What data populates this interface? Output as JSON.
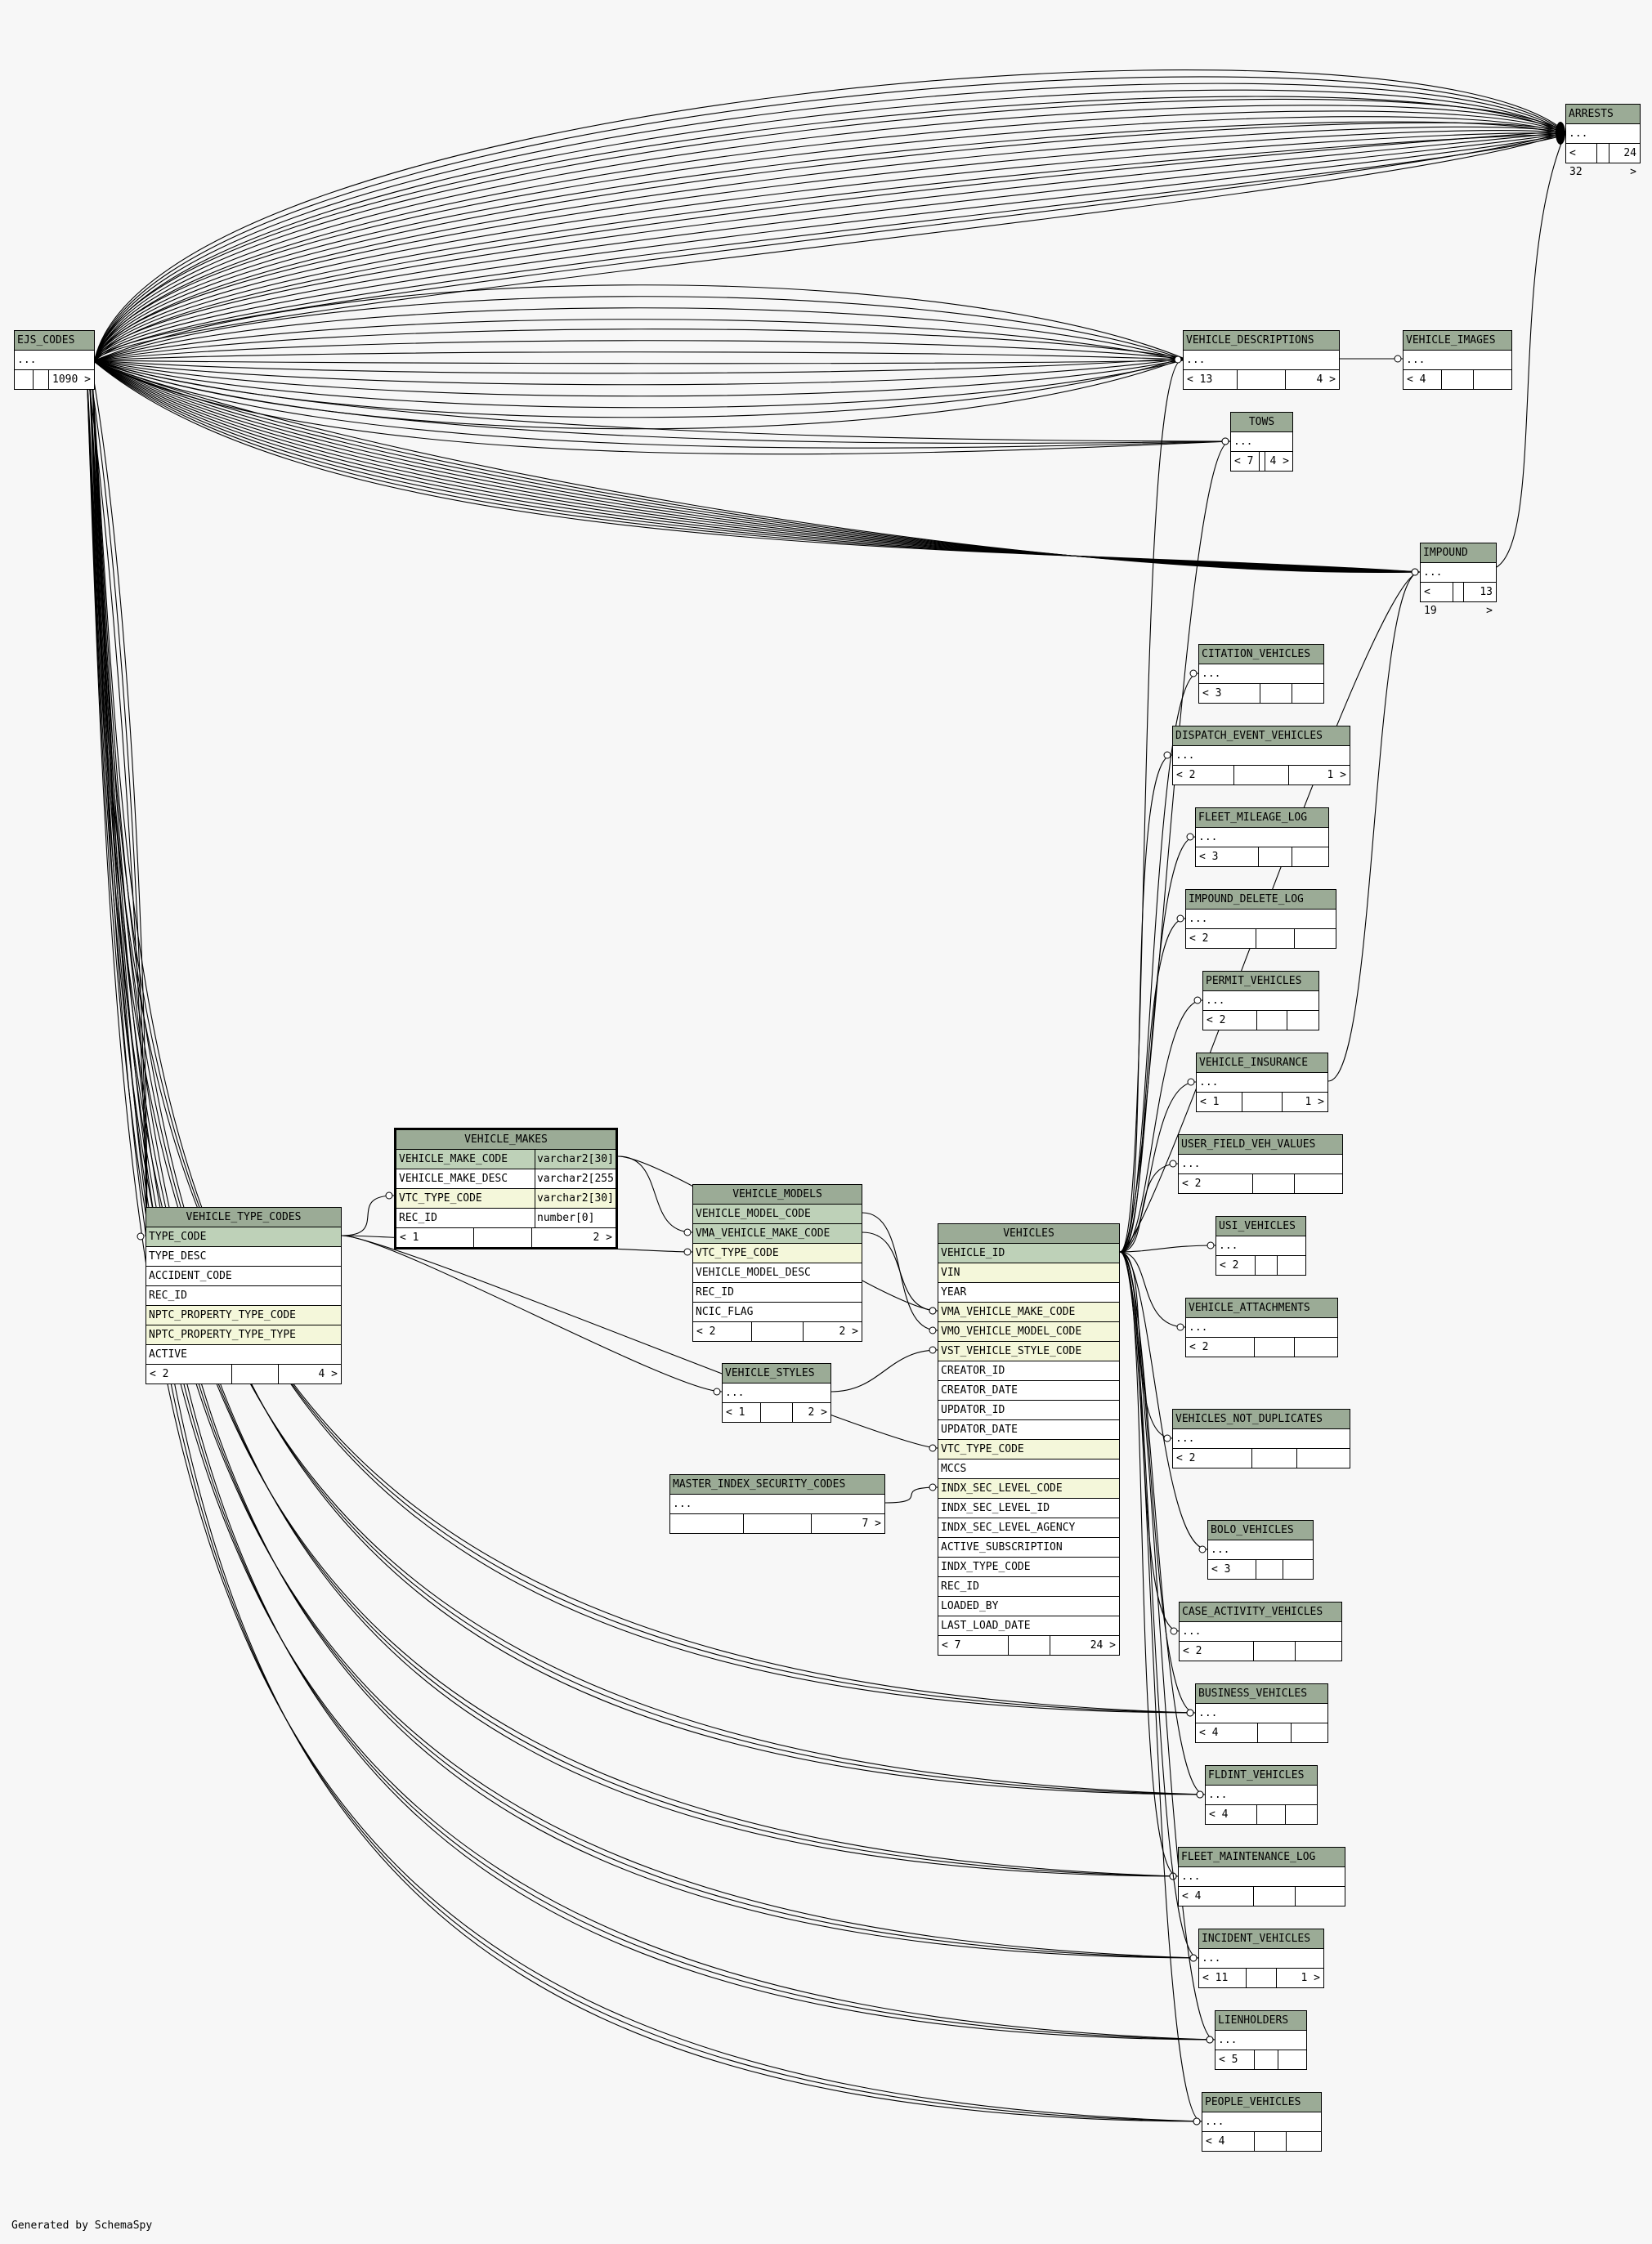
{
  "footer": "Generated by SchemaSpy",
  "tables": {
    "ejs_codes": {
      "name": "EJS_CODES",
      "rows": [
        "..."
      ],
      "left": "",
      "right": "1090 >"
    },
    "arrests": {
      "name": "ARRESTS",
      "rows": [
        "..."
      ],
      "left": "< 32",
      "right": "24 >"
    },
    "vehicle_descriptions": {
      "name": "VEHICLE_DESCRIPTIONS",
      "rows": [
        "..."
      ],
      "left": "< 13",
      "right": "4 >"
    },
    "vehicle_images": {
      "name": "VEHICLE_IMAGES",
      "rows": [
        "..."
      ],
      "left": "< 4",
      "right": ""
    },
    "tows": {
      "name": "TOWS",
      "rows": [
        "..."
      ],
      "left": "< 7",
      "right": "4 >"
    },
    "impound": {
      "name": "IMPOUND",
      "rows": [
        "..."
      ],
      "left": "< 19",
      "right": "13 >"
    },
    "citation_vehicles": {
      "name": "CITATION_VEHICLES",
      "rows": [
        "..."
      ],
      "left": "< 3",
      "right": ""
    },
    "dispatch_event_vehicles": {
      "name": "DISPATCH_EVENT_VEHICLES",
      "rows": [
        "..."
      ],
      "left": "< 2",
      "right": "1 >"
    },
    "fleet_mileage_log": {
      "name": "FLEET_MILEAGE_LOG",
      "rows": [
        "..."
      ],
      "left": "< 3",
      "right": ""
    },
    "impound_delete_log": {
      "name": "IMPOUND_DELETE_LOG",
      "rows": [
        "..."
      ],
      "left": "< 2",
      "right": ""
    },
    "permit_vehicles": {
      "name": "PERMIT_VEHICLES",
      "rows": [
        "..."
      ],
      "left": "< 2",
      "right": ""
    },
    "vehicle_insurance": {
      "name": "VEHICLE_INSURANCE",
      "rows": [
        "..."
      ],
      "left": "< 1",
      "right": "1 >"
    },
    "user_field_veh_values": {
      "name": "USER_FIELD_VEH_VALUES",
      "rows": [
        "..."
      ],
      "left": "< 2",
      "right": ""
    },
    "usi_vehicles": {
      "name": "USI_VEHICLES",
      "rows": [
        "..."
      ],
      "left": "< 2",
      "right": ""
    },
    "vehicle_attachments": {
      "name": "VEHICLE_ATTACHMENTS",
      "rows": [
        "..."
      ],
      "left": "< 2",
      "right": ""
    },
    "vehicles_not_duplicates": {
      "name": "VEHICLES_NOT_DUPLICATES",
      "rows": [
        "..."
      ],
      "left": "< 2",
      "right": ""
    },
    "bolo_vehicles": {
      "name": "BOLO_VEHICLES",
      "rows": [
        "..."
      ],
      "left": "< 3",
      "right": ""
    },
    "case_activity_vehicles": {
      "name": "CASE_ACTIVITY_VEHICLES",
      "rows": [
        "..."
      ],
      "left": "< 2",
      "right": ""
    },
    "business_vehicles": {
      "name": "BUSINESS_VEHICLES",
      "rows": [
        "..."
      ],
      "left": "< 4",
      "right": ""
    },
    "fldint_vehicles": {
      "name": "FLDINT_VEHICLES",
      "rows": [
        "..."
      ],
      "left": "< 4",
      "right": ""
    },
    "fleet_maintenance_log": {
      "name": "FLEET_MAINTENANCE_LOG",
      "rows": [
        "..."
      ],
      "left": "< 4",
      "right": ""
    },
    "incident_vehicles": {
      "name": "INCIDENT_VEHICLES",
      "rows": [
        "..."
      ],
      "left": "< 11",
      "right": "1 >"
    },
    "lienholders": {
      "name": "LIENHOLDERS",
      "rows": [
        "..."
      ],
      "left": "< 5",
      "right": ""
    },
    "people_vehicles": {
      "name": "PEOPLE_VEHICLES",
      "rows": [
        "..."
      ],
      "left": "< 4",
      "right": ""
    },
    "master_index_security_codes": {
      "name": "MASTER_INDEX_SECURITY_CODES",
      "rows": [
        "..."
      ],
      "left": "",
      "right": "7 >"
    },
    "vehicle_styles": {
      "name": "VEHICLE_STYLES",
      "rows": [
        "..."
      ],
      "left": "< 1",
      "right": "2 >"
    },
    "vehicle_makes": {
      "name": "VEHICLE_MAKES",
      "columns": [
        {
          "name": "VEHICLE_MAKE_CODE",
          "type": "varchar2[30]",
          "kind": "pk"
        },
        {
          "name": "VEHICLE_MAKE_DESC",
          "type": "varchar2[255]",
          "kind": ""
        },
        {
          "name": "VTC_TYPE_CODE",
          "type": "varchar2[30]",
          "kind": "fk"
        },
        {
          "name": "REC_ID",
          "type": "number[0]",
          "kind": ""
        }
      ],
      "left": "< 1",
      "right": "2 >"
    },
    "vehicle_models": {
      "name": "VEHICLE_MODELS",
      "columns": [
        {
          "name": "VEHICLE_MODEL_CODE",
          "kind": "pk"
        },
        {
          "name": "VMA_VEHICLE_MAKE_CODE",
          "kind": "pk"
        },
        {
          "name": "VTC_TYPE_CODE",
          "kind": "fk"
        },
        {
          "name": "VEHICLE_MODEL_DESC",
          "kind": ""
        },
        {
          "name": "REC_ID",
          "kind": ""
        },
        {
          "name": "NCIC_FLAG",
          "kind": ""
        }
      ],
      "left": "< 2",
      "right": "2 >"
    },
    "vehicle_type_codes": {
      "name": "VEHICLE_TYPE_CODES",
      "columns": [
        {
          "name": "TYPE_CODE",
          "kind": "pk"
        },
        {
          "name": "TYPE_DESC",
          "kind": ""
        },
        {
          "name": "ACCIDENT_CODE",
          "kind": ""
        },
        {
          "name": "REC_ID",
          "kind": ""
        },
        {
          "name": "NPTC_PROPERTY_TYPE_CODE",
          "kind": "fk"
        },
        {
          "name": "NPTC_PROPERTY_TYPE_TYPE",
          "kind": "fk"
        },
        {
          "name": "ACTIVE",
          "kind": ""
        }
      ],
      "left": "< 2",
      "right": "4 >"
    },
    "vehicles": {
      "name": "VEHICLES",
      "columns": [
        {
          "name": "VEHICLE_ID",
          "kind": "pk"
        },
        {
          "name": "VIN",
          "kind": "fk"
        },
        {
          "name": "YEAR",
          "kind": ""
        },
        {
          "name": "VMA_VEHICLE_MAKE_CODE",
          "kind": "fk"
        },
        {
          "name": "VMO_VEHICLE_MODEL_CODE",
          "kind": "fk"
        },
        {
          "name": "VST_VEHICLE_STYLE_CODE",
          "kind": "fk"
        },
        {
          "name": "CREATOR_ID",
          "kind": ""
        },
        {
          "name": "CREATOR_DATE",
          "kind": ""
        },
        {
          "name": "UPDATOR_ID",
          "kind": ""
        },
        {
          "name": "UPDATOR_DATE",
          "kind": ""
        },
        {
          "name": "VTC_TYPE_CODE",
          "kind": "fk"
        },
        {
          "name": "MCCS",
          "kind": ""
        },
        {
          "name": "INDX_SEC_LEVEL_CODE",
          "kind": "fk"
        },
        {
          "name": "INDX_SEC_LEVEL_ID",
          "kind": ""
        },
        {
          "name": "INDX_SEC_LEVEL_AGENCY",
          "kind": ""
        },
        {
          "name": "ACTIVE_SUBSCRIPTION",
          "kind": ""
        },
        {
          "name": "INDX_TYPE_CODE",
          "kind": ""
        },
        {
          "name": "REC_ID",
          "kind": ""
        },
        {
          "name": "LOADED_BY",
          "kind": ""
        },
        {
          "name": "LAST_LOAD_DATE",
          "kind": ""
        }
      ],
      "left": "< 7",
      "right": "24 >"
    }
  }
}
